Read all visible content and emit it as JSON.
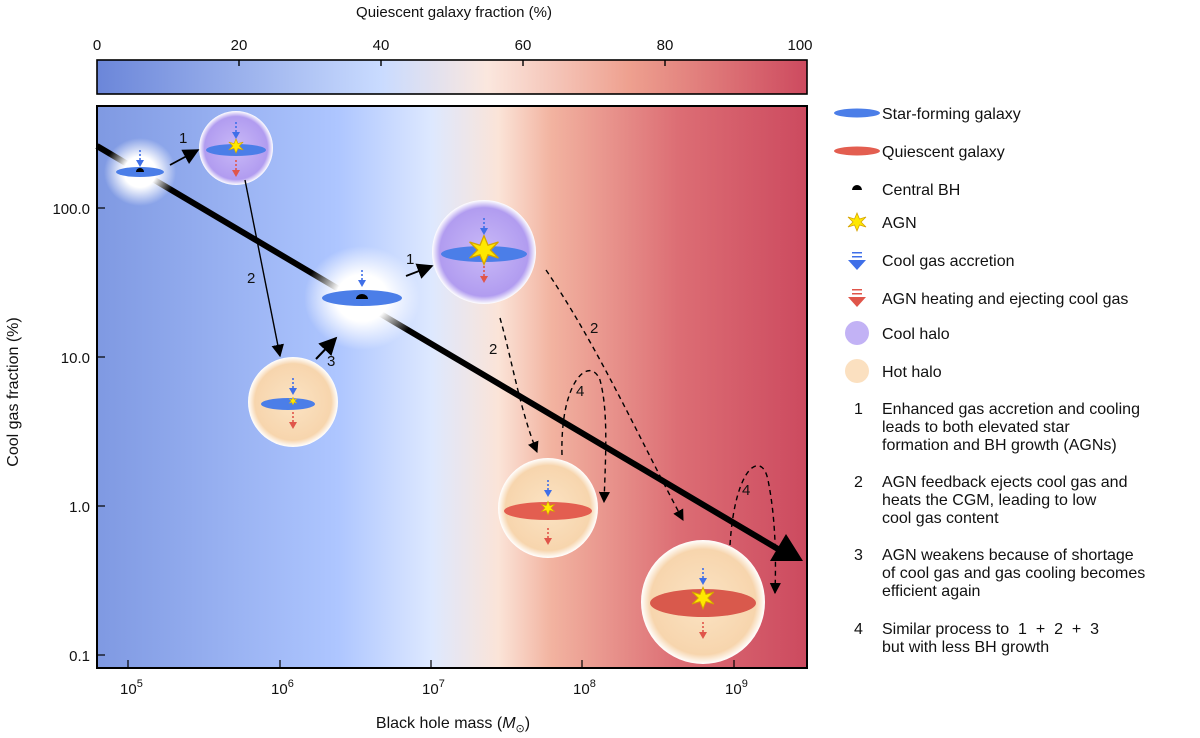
{
  "colorbar": {
    "title": "Quiescent galaxy fraction (%)",
    "ticks": [
      "0",
      "20",
      "40",
      "60",
      "80",
      "100"
    ],
    "colors": [
      "#6f8fe0",
      "#c7d9ff",
      "#fbe8df",
      "#f3a78f",
      "#cf4a60"
    ]
  },
  "axes": {
    "xlabel_main": "Black hole mass (",
    "xlabel_symbol": "M",
    "xlabel_close": ")",
    "ylabel": "Cool gas fraction (%)",
    "x_ticks": [
      {
        "base": "10",
        "exp": "5"
      },
      {
        "base": "10",
        "exp": "6"
      },
      {
        "base": "10",
        "exp": "7"
      },
      {
        "base": "10",
        "exp": "8"
      },
      {
        "base": "10",
        "exp": "9"
      }
    ],
    "y_ticks": [
      "100.0",
      "10.0",
      "1.0",
      "0.1"
    ]
  },
  "step_labels": {
    "a1": "1",
    "a2": "2",
    "a3": "3",
    "b1": "1",
    "b2": "2",
    "b3": "2",
    "b4": "4",
    "b5": "4"
  },
  "legend": {
    "items": [
      {
        "icon": "star-forming-galaxy-icon",
        "label": "Star-forming galaxy"
      },
      {
        "icon": "quiescent-galaxy-icon",
        "label": "Quiescent galaxy"
      },
      {
        "icon": "central-bh-icon",
        "label": "Central BH"
      },
      {
        "icon": "agn-icon",
        "label": "AGN"
      },
      {
        "icon": "cool-gas-accretion-icon",
        "label": "Cool gas accretion"
      },
      {
        "icon": "agn-heating-icon",
        "label": "AGN heating and ejecting cool gas"
      },
      {
        "icon": "cool-halo-icon",
        "label": "Cool halo"
      },
      {
        "icon": "hot-halo-icon",
        "label": "Hot halo"
      }
    ],
    "steps": [
      {
        "num": "1",
        "lines": [
          "Enhanced gas accretion and cooling",
          "leads to both elevated star",
          "formation and BH growth (AGNs)"
        ]
      },
      {
        "num": "2",
        "lines": [
          "AGN feedback ejects cool gas and",
          "heats the CGM, leading to low",
          "cool gas content"
        ]
      },
      {
        "num": "3",
        "lines": [
          "AGN weakens because of shortage",
          "of cool gas and gas cooling becomes",
          "efficient again"
        ]
      },
      {
        "num": "4",
        "lines": [
          "Similar process to  1  +  2  +  3",
          "but with less BH growth"
        ]
      }
    ]
  }
}
